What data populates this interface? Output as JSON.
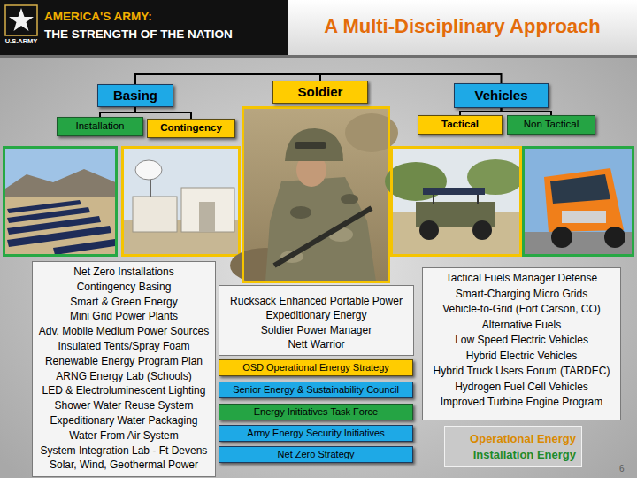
{
  "diagram": {
    "title": "A Multi-Disciplinary Approach",
    "nodes": [
      {
        "text": [
          "Basing"
        ]
      },
      {
        "text": [
          "Soldier"
        ]
      },
      {
        "text": [
          "Vehicles"
        ]
      },
      {
        "text": [
          "Installation"
        ]
      },
      {
        "text": [
          "Contingency"
        ]
      },
      {
        "text": [
          "Tactical"
        ]
      },
      {
        "text": [
          "Non Tactical"
        ]
      },
      {
        "text": [
          "Net Zero Installations",
          "Contingency Basing",
          "Smart & Green Energy",
          "Mini Grid Power Plants",
          "Adv. Mobile Medium Power Sources",
          "Insulated Tents/Spray Foam",
          "Renewable Energy Program Plan",
          "ARNG Energy Lab (Schools)",
          "LED & Electroluminescent Lighting",
          "Shower Water Reuse System",
          "Expeditionary Water Packaging",
          "Water From Air System",
          "System Integration Lab - Ft Devens",
          "Solar, Wind, Geothermal Power"
        ]
      },
      {
        "text": [
          "Rucksack Enhanced Portable Power",
          "Expeditionary Energy",
          "Soldier Power Manager",
          "Nett Warrior"
        ]
      },
      {
        "text": [
          "Tactical Fuels Manager Defense",
          "Smart-Charging Micro Grids",
          "Vehicle-to-Grid (Fort Carson, CO)",
          "Alternative Fuels",
          "Low Speed Electric Vehicles",
          "Hybrid Electric Vehicles",
          "Hybrid Truck Users Forum (TARDEC)",
          "Hydrogen Fuel Cell Vehicles",
          "Improved Turbine Engine Program"
        ]
      },
      {
        "text": [
          "OSD Operational Energy Strategy"
        ]
      },
      {
        "text": [
          "Senior Energy & Sustainability Council"
        ]
      },
      {
        "text": [
          "Energy Initiatives Task Force"
        ]
      },
      {
        "text": [
          "Army Energy Security Initiatives"
        ]
      },
      {
        "text": [
          "Net Zero Strategy"
        ]
      },
      {
        "text": [
          "Operational Energy",
          "Installation Energy"
        ]
      }
    ],
    "edges": [
      {
        "from": 1,
        "to": 0,
        "arrow": "none"
      },
      {
        "from": 1,
        "to": 2,
        "arrow": "none"
      },
      {
        "from": 0,
        "to": 3,
        "arrow": "none"
      },
      {
        "from": 0,
        "to": 4,
        "arrow": "none"
      },
      {
        "from": 2,
        "to": 5,
        "arrow": "none"
      },
      {
        "from": 2,
        "to": 6,
        "arrow": "none"
      }
    ],
    "labels": [
      "AMERICA'S ARMY:",
      "THE STRENGTH OF THE NATION",
      "U.S.ARMY",
      "6"
    ]
  }
}
